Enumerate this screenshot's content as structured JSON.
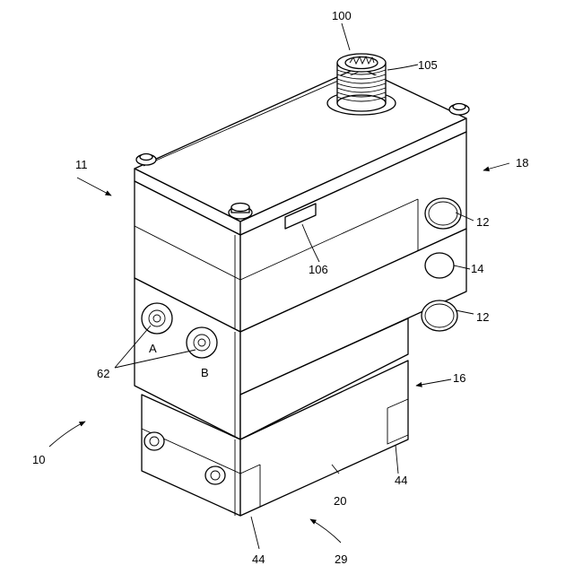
{
  "labels": {
    "l100": "100",
    "l105": "105",
    "l11": "11",
    "l18": "18",
    "l12a": "12",
    "l14": "14",
    "l12b": "12",
    "l106": "106",
    "l62": "62",
    "lA": "A",
    "lB": "B",
    "l16": "16",
    "l10": "10",
    "l44a": "44",
    "l20": "20",
    "l44b": "44",
    "l29": "29"
  }
}
